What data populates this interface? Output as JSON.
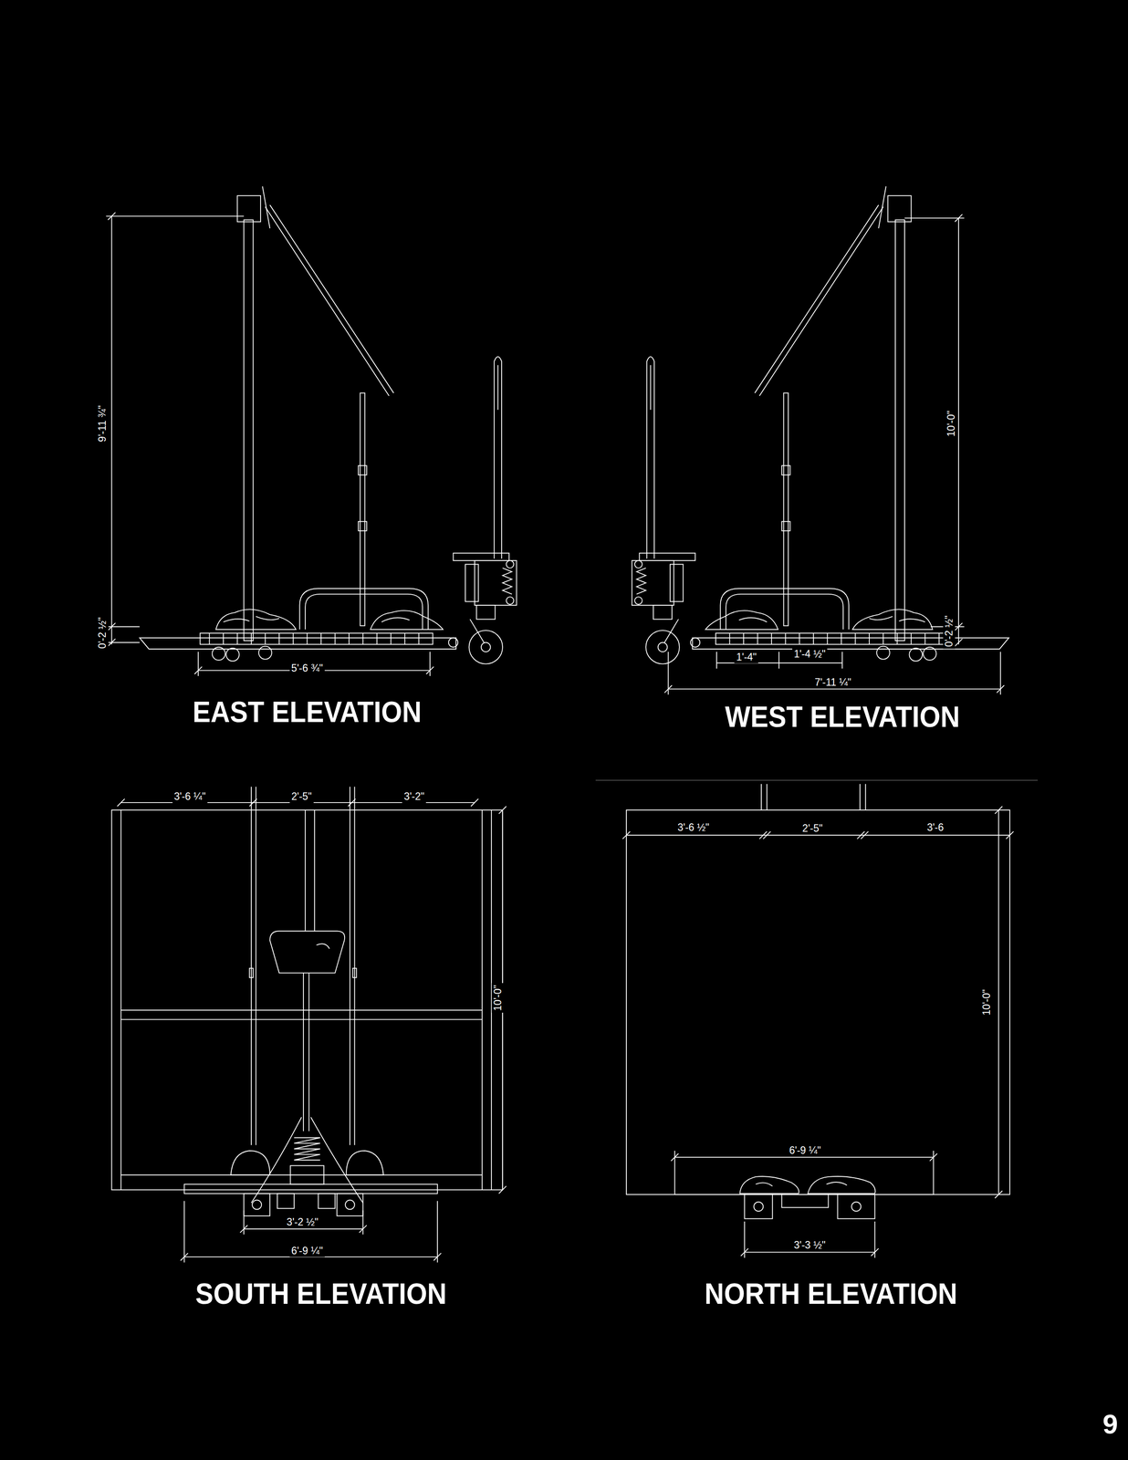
{
  "diagram": {
    "labels": [
      "9'-11 ¾\"",
      "0'-2 ½\"",
      "5'-6 ¾\"",
      "EAST ELEVATION",
      "10'-0\"",
      "0'-2 ½\"",
      "1'-4\"",
      "1'-4 ½\"",
      "7'-11 ¼\"",
      "WEST ELEVATION",
      "3'-6 ¼\"",
      "2'-5\"",
      "3'-2\"",
      "10'-0\"",
      "3'-2 ½\"",
      "6'-9 ¼\"",
      "SOUTH ELEVATION",
      "3'-6 ½\"",
      "2'-5\"",
      "3'-6",
      "10'-0\"",
      "6'-9 ¼\"",
      "3'-3 ½\"",
      "NORTH ELEVATION",
      "9"
    ]
  }
}
